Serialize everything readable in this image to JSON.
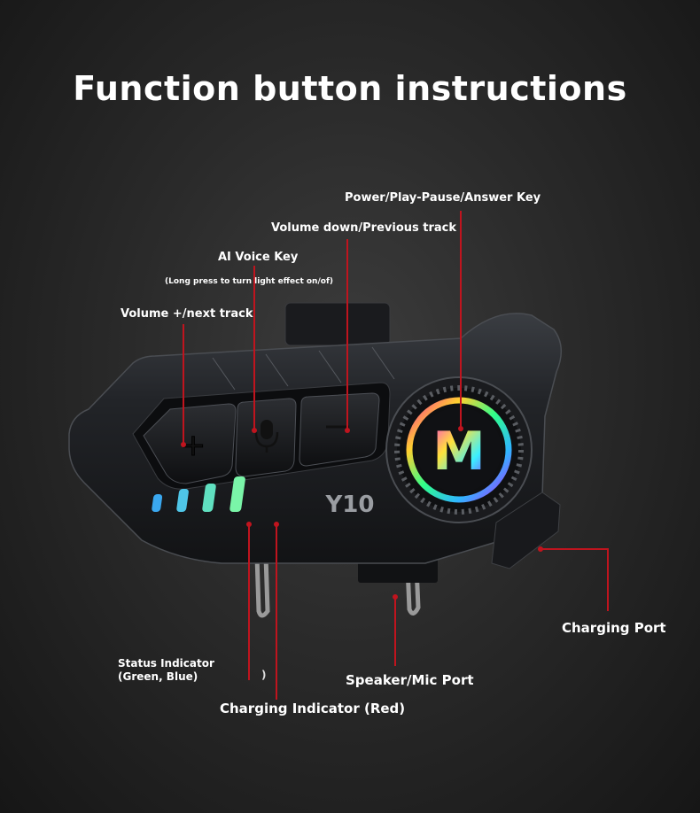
{
  "title": "Function button instructions",
  "labels": {
    "power_play_pause": "Power/Play-Pause/Answer Key",
    "volume_down": "Volume down/Previous track",
    "ai_voice": "AI Voice Key",
    "ai_voice_note": "(Long press to turn light effect on/of)",
    "volume_up": "Volume +/next track",
    "status_indicator": "Status Indicator (Green, Blue)",
    "status_paren": ")",
    "charging_indicator": "Charging Indicator (Red)",
    "speaker_mic_port": "Speaker/Mic Port",
    "charging_port": "Charging Port"
  },
  "device": {
    "brand_mark": "M",
    "model": "Y10",
    "plus_symbol": "+",
    "minus_symbol": "−"
  },
  "colors": {
    "callout_line": "#c0141e",
    "body": "#1c1e22",
    "led_green": "#6ef0b0",
    "led_blue": "#39b8f0"
  }
}
